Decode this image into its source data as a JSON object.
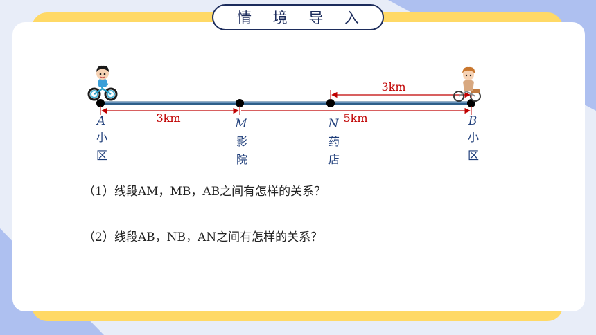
{
  "title": "情 境 导 入",
  "colors": {
    "background": "#e8edf8",
    "blue_shape": "#aec0f0",
    "yellow_card": "#ffd966",
    "title_border": "#1c2c5c",
    "road": "#2e5f8a",
    "red_dimension": "#c00000",
    "label_blue": "#1f3e7a"
  },
  "diagram": {
    "points": [
      {
        "letter": "A",
        "name": [
          "小",
          "区"
        ]
      },
      {
        "letter": "M",
        "name": [
          "影",
          "院"
        ]
      },
      {
        "letter": "N",
        "name": [
          "药",
          "店"
        ]
      },
      {
        "letter": "B",
        "name": [
          "小",
          "区"
        ]
      }
    ],
    "dimensions": {
      "am": "3km",
      "nb_top": "3km",
      "ab_bottom": "5km"
    },
    "figures": {
      "left": "boy-on-bicycle-icon",
      "right": "girl-on-bicycle-icon"
    }
  },
  "questions": {
    "q1": "（1）线段AM，MB，AB之间有怎样的关系？",
    "q2": "（2）线段AB，NB，AN之间有怎样的关系？"
  }
}
